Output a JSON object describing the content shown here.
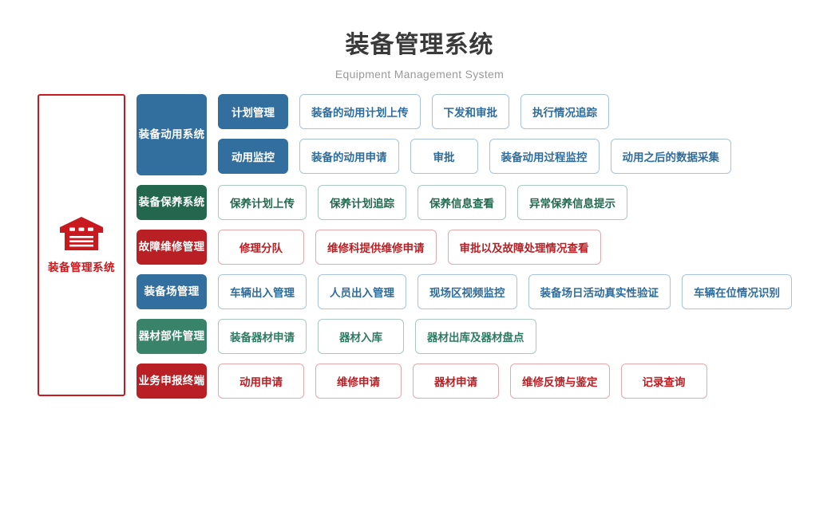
{
  "header": {
    "title": "装备管理系统",
    "subtitle": "Equipment Management System"
  },
  "root_panel": {
    "icon": "warehouse-icon",
    "label": "装备管理系统",
    "border_color": "#c7191e",
    "text_color": "#c7191e"
  },
  "palette": {
    "blue": "#336f9e",
    "green_dark": "#23674f",
    "green_mid": "#38836a",
    "red": "#b92025",
    "chip_blue_border": "#a8c4dc",
    "chip_green_border": "#a9c9bc",
    "chip_red_border": "#e3a9ac",
    "title_color": "#3a3a3a",
    "subtitle_color": "#9a9a9a"
  },
  "groups": [
    {
      "category": "装备动用系统",
      "color": "blue",
      "subgroups": [
        {
          "name": "计划管理",
          "leaves": [
            "装备的动用计划上传",
            "下发和审批",
            "执行情况追踪"
          ]
        },
        {
          "name": "动用监控",
          "leaves": [
            "装备的动用申请",
            "审批",
            "装备动用过程监控",
            "动用之后的数据采集"
          ]
        }
      ]
    },
    {
      "category": "装备保养系统",
      "color": "green",
      "leaves": [
        "保养计划上传",
        "保养计划追踪",
        "保养信息查看",
        "异常保养信息提示"
      ]
    },
    {
      "category": "故障维修管理",
      "color": "red",
      "leaves": [
        "修理分队",
        "维修科提供维修申请",
        "审批以及故障处理情况查看"
      ]
    },
    {
      "category": "装备场管理",
      "color": "blue",
      "leaves": [
        "车辆出入管理",
        "人员出入管理",
        "现场区视频监控",
        "装备场日活动真实性验证",
        "车辆在位情况识别"
      ]
    },
    {
      "category": "器材部件管理",
      "color": "green2",
      "leaves": [
        "装备器材申请",
        "器材入库",
        "器材出库及器材盘点"
      ]
    },
    {
      "category": "业务申报终端",
      "color": "red",
      "leaves": [
        "动用申请",
        "维修申请",
        "器材申请",
        "维修反馈与鉴定",
        "记录查询"
      ]
    }
  ]
}
